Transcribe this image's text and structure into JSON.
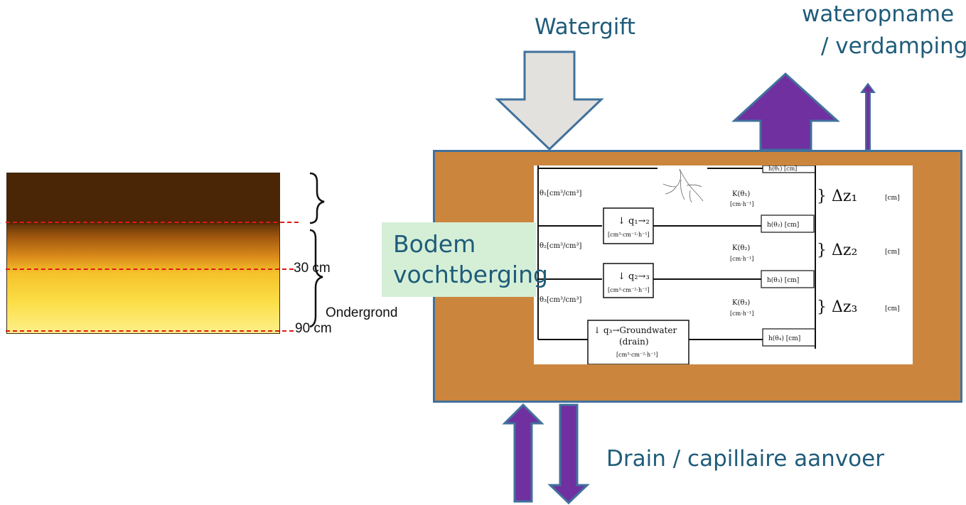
{
  "soil_profile": {
    "labels": {
      "depth_30": "30 cm",
      "depth_90": "90 cm",
      "subsoil": "Ondergrond"
    }
  },
  "flows": {
    "watergift": "Watergift",
    "uptake_line1": "wateropname",
    "uptake_line2": "/ verdamping",
    "drain": "Drain / capillaire aanvoer"
  },
  "storage": {
    "line1": "Bodem",
    "line2": "vochtberging"
  },
  "model": {
    "theta1": "θ₁[cm³/cm³]",
    "theta2": "θ₂[cm³/cm³]",
    "theta3": "θ₃[cm³/cm³]",
    "q12": "↓ q₁→₂",
    "q23": "↓ q₂→₃",
    "q3gw_line1": "↓ q₃→Groundwater",
    "q3gw_line2": "(drain)",
    "flux_unit": "[cm³·cm⁻²·h⁻¹]",
    "k1": "K(θ₁)",
    "k2": "K(θ₂)",
    "k3": "K(θ₃)",
    "k_unit": "[cm·h⁻¹]",
    "h1": "h(θ₁) [cm]",
    "h2": "h(θ₂) [cm]",
    "h3": "h(θ₃) [cm]",
    "h4": "h(θ₄) [cm]",
    "dz1": "} Δz₁",
    "dz2": "} Δz₂",
    "dz3": "} Δz₃",
    "dz_unit": "[cm]"
  },
  "colors": {
    "arrow_fill_gray": "#e3e1de",
    "arrow_fill_purple": "#7030a0",
    "arrow_stroke": "#41719c",
    "soil_box": "#cc853d",
    "label_blue": "#1f5c7a",
    "storage_box": "#d5efd7",
    "dash_red": "#e01818"
  },
  "icons": [
    "water-input-arrow",
    "uptake-arrow",
    "evaporation-arrow",
    "drain-up-arrow",
    "drain-down-arrow",
    "root-sketch",
    "layer-brace"
  ]
}
